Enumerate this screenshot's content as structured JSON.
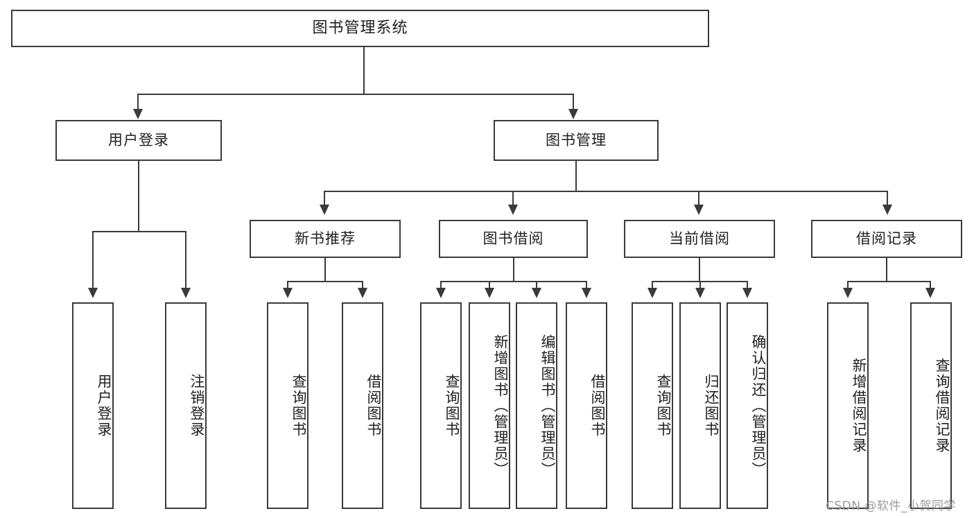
{
  "diagram": {
    "title": "图书管理系统",
    "type": "tree-hierarchy",
    "root": {
      "label": "图书管理系统"
    },
    "level1": [
      {
        "label": "用户登录"
      },
      {
        "label": "图书管理"
      }
    ],
    "level2": [
      {
        "label": "新书推荐"
      },
      {
        "label": "图书借阅"
      },
      {
        "label": "当前借阅"
      },
      {
        "label": "借阅记录"
      }
    ],
    "leaves": {
      "user_login": [
        {
          "label": "用户登录"
        },
        {
          "label": "注销登录"
        }
      ],
      "new_book_recommend": [
        {
          "label": "查询图书"
        },
        {
          "label": "借阅图书"
        }
      ],
      "book_borrow": [
        {
          "label": "查询图书"
        },
        {
          "label": "新增图书（管理员）"
        },
        {
          "label": "编辑图书（管理员）"
        },
        {
          "label": "借阅图书"
        }
      ],
      "current_borrow": [
        {
          "label": "查询图书"
        },
        {
          "label": "归还图书"
        },
        {
          "label": "确认归还（管理员）"
        }
      ],
      "borrow_record": [
        {
          "label": "新增借阅记录"
        },
        {
          "label": "查询借阅记录"
        }
      ]
    }
  },
  "watermark": {
    "text": "CSDN @软件_小贺同学"
  },
  "colors": {
    "stroke": "#3a3a3a",
    "text": "#1f1f1f",
    "background": "#ffffff",
    "watermark": "#9a9a9a"
  }
}
